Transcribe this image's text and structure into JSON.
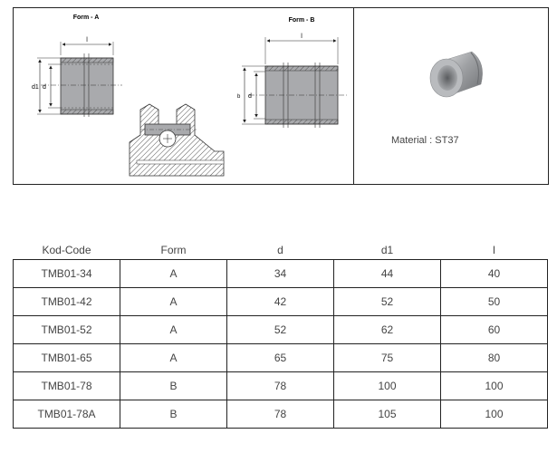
{
  "drawing": {
    "form_a_label": "Form - A",
    "form_b_label": "Form - B",
    "dim_l": "l",
    "dim_d": "d",
    "dim_d1": "d1",
    "dim_b": "b"
  },
  "material": "Material : ST37",
  "table": {
    "headers": [
      "Kod-Code",
      "Form",
      "d",
      "d1",
      "l"
    ],
    "rows": [
      [
        "TMB01-34",
        "A",
        "34",
        "44",
        "40"
      ],
      [
        "TMB01-42",
        "A",
        "42",
        "52",
        "50"
      ],
      [
        "TMB01-52",
        "A",
        "52",
        "62",
        "60"
      ],
      [
        "TMB01-65",
        "A",
        "65",
        "75",
        "80"
      ],
      [
        "TMB01-78",
        "B",
        "78",
        "100",
        "100"
      ],
      [
        "TMB01-78A",
        "B",
        "78",
        "105",
        "100"
      ]
    ]
  },
  "colors": {
    "part_gray": "#a9aaad",
    "hatch": "#555555",
    "border": "#222222"
  }
}
